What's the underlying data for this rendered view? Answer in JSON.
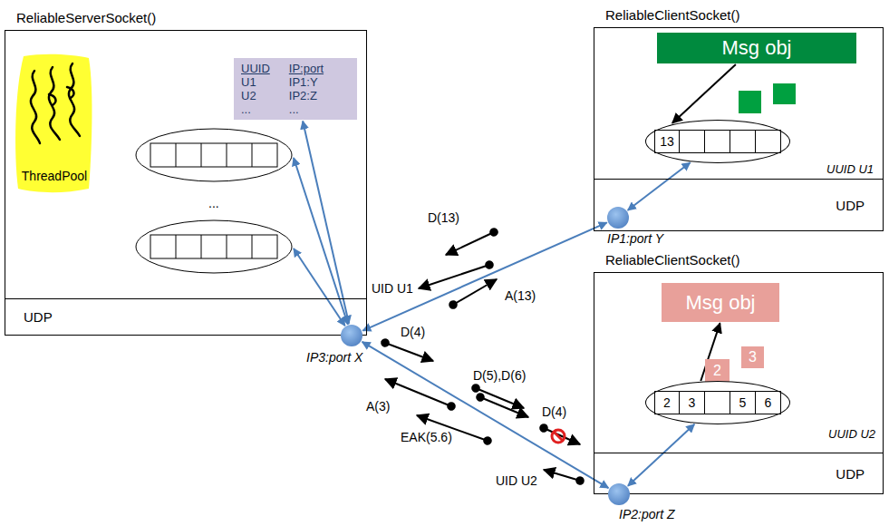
{
  "diagram": {
    "nodes": [
      {
        "text": [
          "ReliableServerSocket()"
        ]
      },
      {
        "text": [
          "ThreadPool"
        ],
        "in": 0
      },
      {
        "text": [
          "UUID",
          "IP:port",
          "U1",
          "IP1:Y",
          "U2",
          "IP2:Z",
          "...",
          "..."
        ],
        "in": 0
      },
      {
        "text": [
          "UDP"
        ],
        "in": 0
      },
      {
        "text": [
          "IP3:port X"
        ]
      },
      {
        "text": [
          "ReliableClientSocket()"
        ]
      },
      {
        "text": [
          "Msg obj"
        ],
        "in": 5
      },
      {
        "text": [
          "13"
        ],
        "in": 5
      },
      {
        "text": [
          "UDP"
        ],
        "in": 5
      },
      {
        "text": [
          "IP1:port Y"
        ]
      },
      {
        "text": [
          "ReliableClientSocket()"
        ]
      },
      {
        "text": [
          "Msg obj"
        ],
        "in": 10
      },
      {
        "text": [
          "2"
        ],
        "in": 10
      },
      {
        "text": [
          "3"
        ],
        "in": 10
      },
      {
        "text": [
          "2",
          "3",
          "5",
          "6"
        ],
        "in": 10
      },
      {
        "text": [
          "UDP"
        ],
        "in": 10
      },
      {
        "text": [
          "IP2:port Z"
        ]
      }
    ],
    "edges": [
      {
        "from": 2,
        "to": 4,
        "arrow": "both"
      },
      {
        "from": 4,
        "to": 9,
        "arrow": "both"
      },
      {
        "from": 4,
        "to": 16,
        "arrow": "both"
      },
      {
        "from": 6,
        "to": 7,
        "arrow": "to"
      },
      {
        "from": 14,
        "to": 11,
        "arrow": "to"
      },
      {
        "from": 7,
        "to": 9,
        "arrow": "both"
      },
      {
        "from": 14,
        "to": 16,
        "arrow": "both"
      }
    ],
    "labels": [
      "...",
      "UUID U1",
      "UUID U2",
      "D(13)",
      "UID U1",
      "A(13)",
      "D(4)",
      "D(5),D(6)",
      "A(3)",
      "EAK(5.6)",
      "D(4)",
      "UID U2"
    ]
  }
}
